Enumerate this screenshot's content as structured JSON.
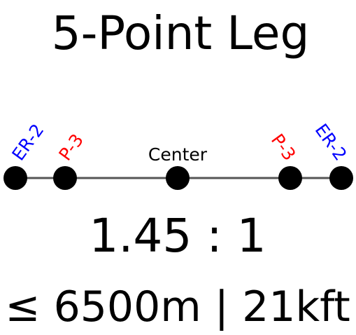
{
  "title": "5-Point Leg",
  "points": [
    {
      "id": "left-er",
      "label": "ER-2",
      "color": "#0000ff"
    },
    {
      "id": "left-p",
      "label": "P-3",
      "color": "#ff0000"
    },
    {
      "id": "center",
      "label": "Center",
      "color": "#000000"
    },
    {
      "id": "right-p",
      "label": "P-3",
      "color": "#ff0000"
    },
    {
      "id": "right-er",
      "label": "ER-2",
      "color": "#0000ff"
    }
  ],
  "ratio": "1.45 : 1",
  "limit": "≤ 6500m | 21kft",
  "colors": {
    "line": "#555555",
    "node": "#000000"
  }
}
